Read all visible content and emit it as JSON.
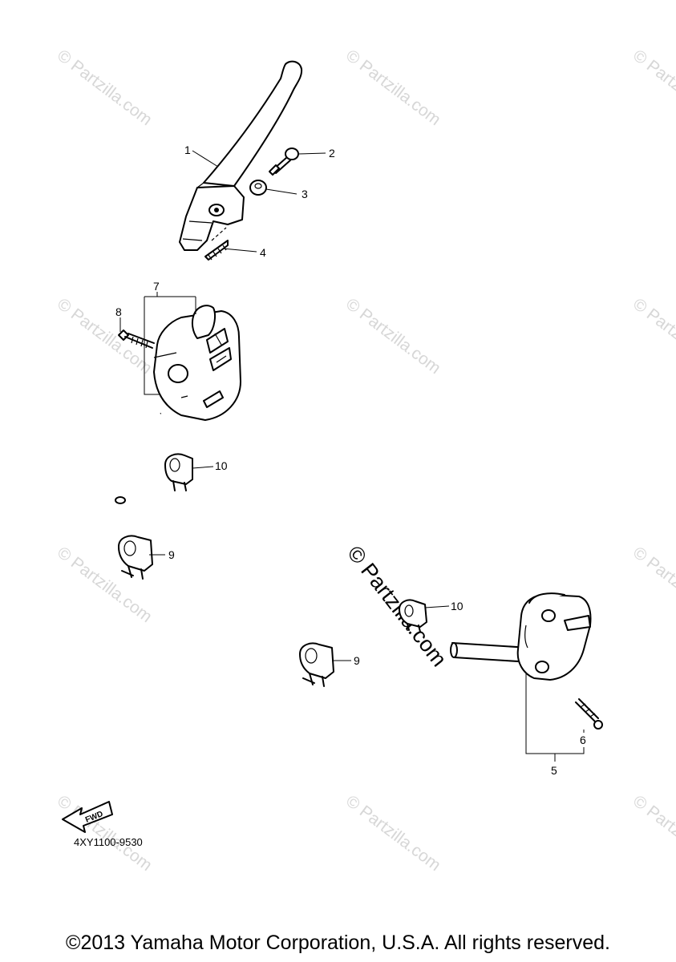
{
  "callouts": {
    "c1": "1",
    "c2": "2",
    "c3": "3",
    "c4": "4",
    "c5": "5",
    "c6": "6",
    "c7": "7",
    "c8": "8",
    "c9a": "9",
    "c9b": "9",
    "c10a": "10",
    "c10b": "10"
  },
  "watermark": {
    "text": "© Partzilla.com"
  },
  "fwd_label": "FWD",
  "diagram_code": "4XY1100-9530",
  "footer": "©2013 Yamaha Motor Corporation, U.S.A. All rights reserved."
}
